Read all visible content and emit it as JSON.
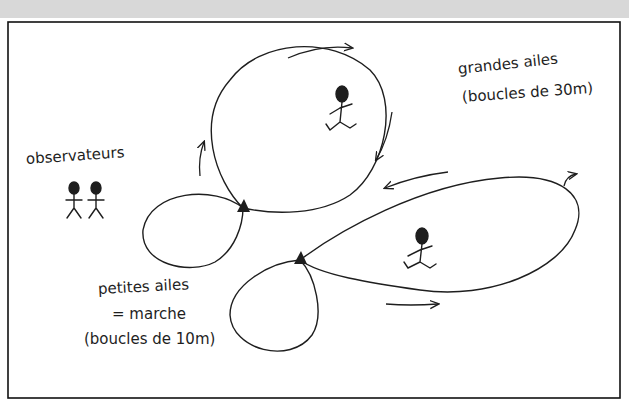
{
  "diagram": {
    "labels": [
      "observateurs",
      "grandes ailes",
      "(boucles de 30m)",
      "petites ailes",
      "= marche",
      "(boucles de 10m)"
    ]
  }
}
